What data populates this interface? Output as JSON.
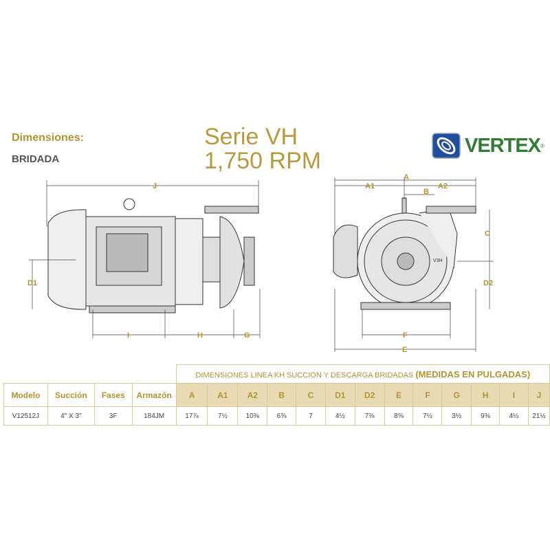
{
  "header": {
    "title": "Dimensiones:",
    "subtitle": "BRIDADA",
    "series": "Serie VH",
    "rpm": "1,750 RPM",
    "brand": "VERTEX",
    "brand_mark": "®"
  },
  "drawing": {
    "side_labels": {
      "J": "J",
      "D1": "D1",
      "I": "I",
      "H": "H",
      "G": "G"
    },
    "front_labels": {
      "A": "A",
      "A1": "A1",
      "A2": "A2",
      "B": "B",
      "C": "C",
      "D2": "D2",
      "F": "F",
      "E": "E",
      "plate": "V3H"
    }
  },
  "table": {
    "caption": "DIMENSIONES LINEA KH SUCCION Y DESCARGA BRIDADAS ",
    "caption_bold": "(MEDIDAS EN PULGADAS)",
    "headers": [
      "Modelo",
      "Succión",
      "Fases",
      "Armazón",
      "A",
      "A1",
      "A2",
      "B",
      "C",
      "D1",
      "D2",
      "E",
      "F",
      "G",
      "H",
      "I",
      "J"
    ],
    "rows": [
      [
        "V12512J",
        "4\" X 3\"",
        "3F",
        "184JM",
        "17⅞",
        "7½",
        "10⅜",
        "6⅝",
        "7",
        "4½",
        "7⅜",
        "8⅝",
        "7½",
        "3½",
        "9⅜",
        "4½",
        "21½"
      ]
    ]
  }
}
